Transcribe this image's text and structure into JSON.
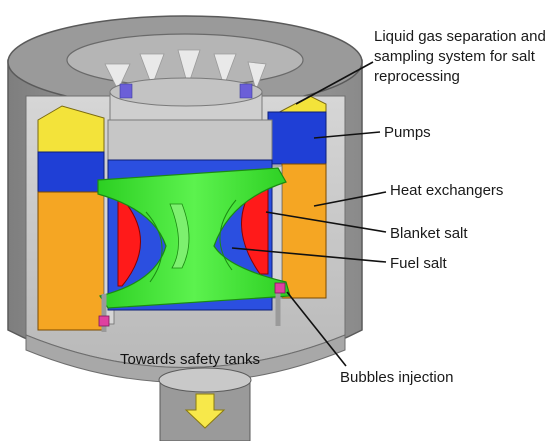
{
  "labels": {
    "liquid_gas_line1": "Liquid gas separation and",
    "liquid_gas_line2": "sampling system for salt",
    "liquid_gas_line3": "reprocessing",
    "pumps": "Pumps",
    "heat_exchangers": "Heat exchangers",
    "blanket_salt": "Blanket salt",
    "fuel_salt": "Fuel salt",
    "towards_safety_tanks": "Towards safety tanks",
    "bubbles_injection": "Bubbles injection"
  },
  "colors": {
    "vessel_shell": "#8f8f8f",
    "vessel_inner": "#c9c9c9",
    "pump_blue": "#1f3fd6",
    "separation_yellow": "#f3e33a",
    "heat_exchanger_orange": "#f5a623",
    "fuel_salt_green": "#37e62b",
    "blanket_salt_red": "#ff1a1a",
    "arrow_yellow": "#f7e84a"
  },
  "icons": [
    "down-arrow-icon"
  ]
}
